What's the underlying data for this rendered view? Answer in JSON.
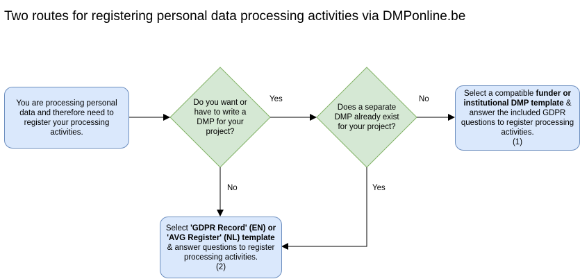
{
  "title": "Two routes for registering personal data processing activities via DMPonline.be",
  "colors": {
    "process_fill": "#dae8fc",
    "process_stroke": "#6c8ebf",
    "decision_fill": "#d5e8d4",
    "decision_stroke": "#82b366",
    "edge": "#000000"
  },
  "nodes": {
    "start": {
      "text": "You are processing personal data and therefore need to register your processing activities."
    },
    "decision1": {
      "text": "Do you want or have to write a DMP for your project?"
    },
    "decision2": {
      "text": "Does a separate DMP already exist for your project?"
    },
    "route1": {
      "pre": "Select a compatible ",
      "bold": "funder or institutional DMP template",
      "post": " & answer the included GDPR questions to register processing activities.",
      "number": "(1)"
    },
    "route2": {
      "pre": "Select ",
      "bold": "'GDPR Record' (EN) or 'AVG Register' (NL) template",
      "post": " & answer questions to register processing activities.",
      "number": "(2)"
    }
  },
  "edges": {
    "d1_yes": "Yes",
    "d1_no": "No",
    "d2_no": "No",
    "d2_yes": "Yes"
  }
}
